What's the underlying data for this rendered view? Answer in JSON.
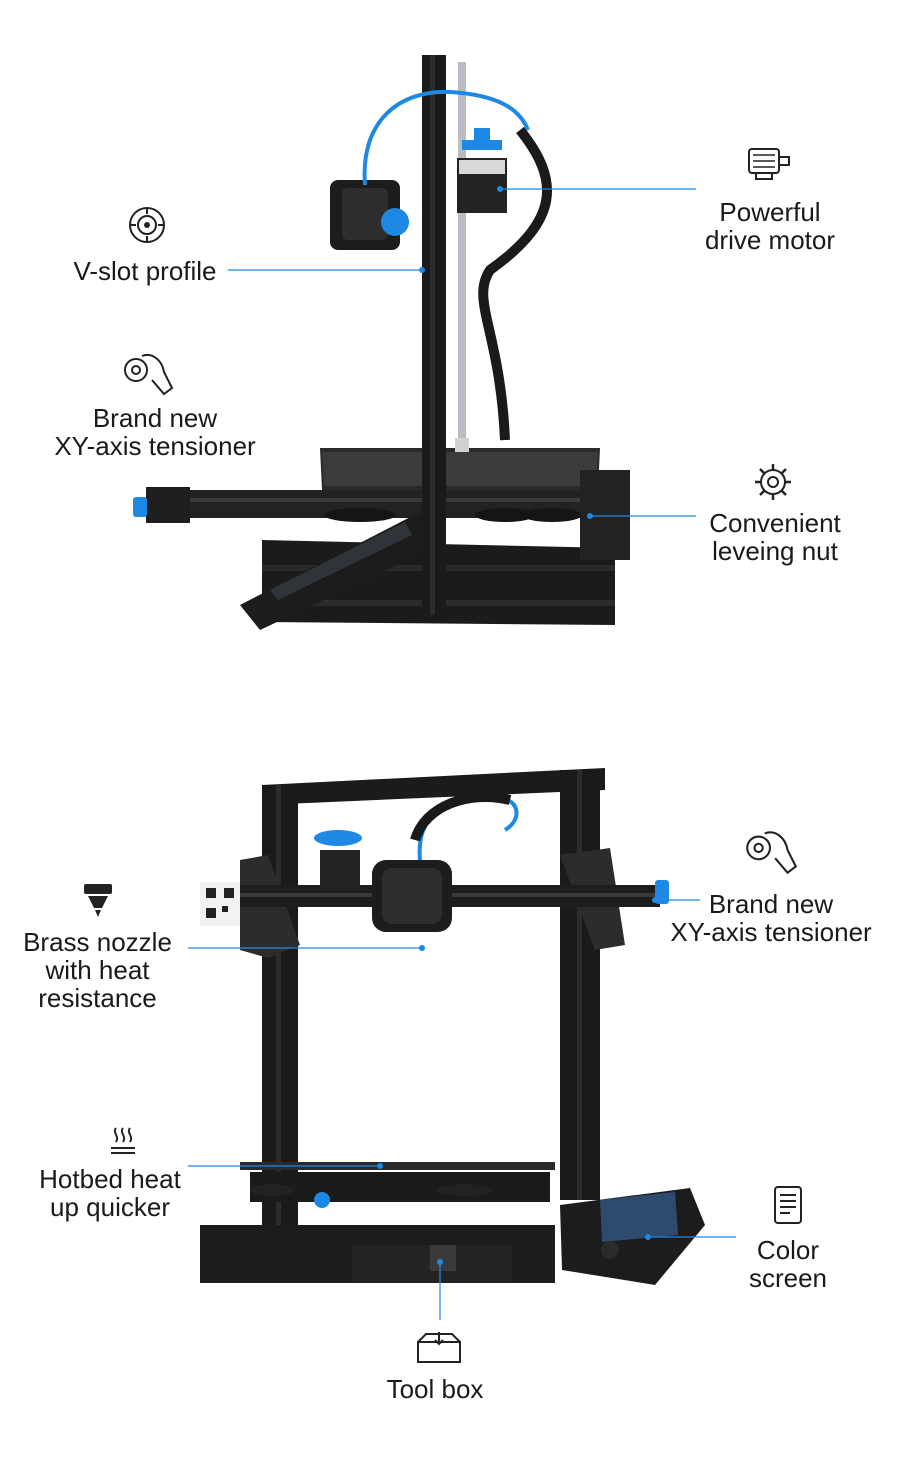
{
  "colors": {
    "accent": "#1e88e5",
    "frame": "#1b1b1b",
    "text": "#1a1a1a"
  },
  "features": {
    "vslot": {
      "icon": "vslot-profile-icon",
      "lines": [
        "V-slot profile"
      ]
    },
    "motor": {
      "icon": "motor-icon",
      "lines": [
        "Powerful",
        "drive motor"
      ]
    },
    "tensioner_top": {
      "icon": "hand-gear-icon",
      "lines": [
        "Brand new",
        "XY-axis tensioner"
      ]
    },
    "leveling": {
      "icon": "gear-icon",
      "lines": [
        "Convenient",
        "leveing nut"
      ]
    },
    "nozzle": {
      "icon": "nozzle-icon",
      "lines": [
        "Brass nozzle",
        "with heat",
        "resistance"
      ]
    },
    "tensioner_bottom": {
      "icon": "hand-gear-icon",
      "lines": [
        "Brand new",
        "XY-axis tensioner"
      ]
    },
    "hotbed": {
      "icon": "heat-icon",
      "lines": [
        "Hotbed heat",
        "up quicker"
      ]
    },
    "screen": {
      "icon": "screen-icon",
      "lines": [
        "Color",
        "screen"
      ]
    },
    "toolbox": {
      "icon": "toolbox-icon",
      "lines": [
        "Tool box"
      ]
    }
  }
}
